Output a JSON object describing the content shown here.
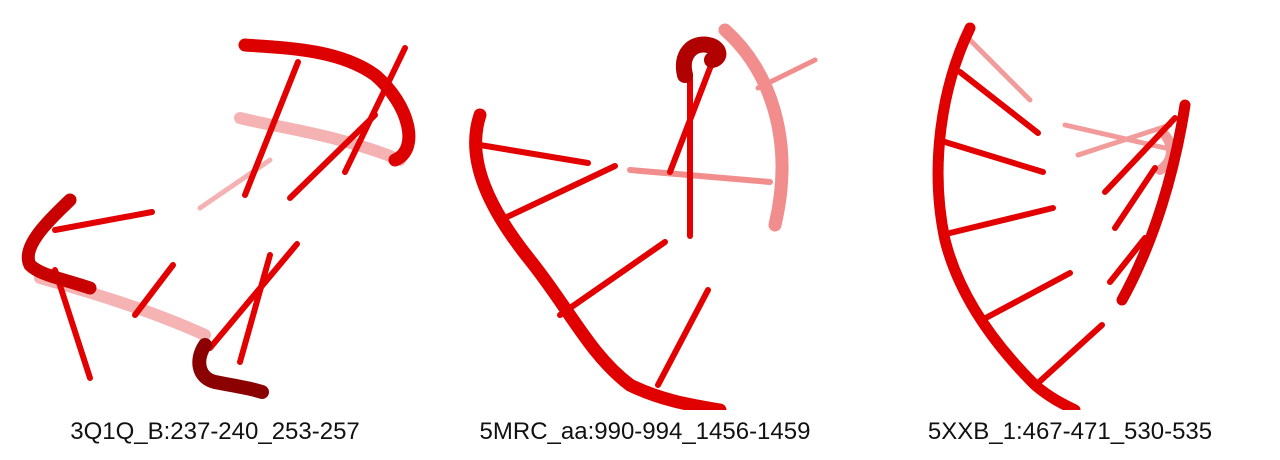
{
  "colors": {
    "background": "#ffffff",
    "backbone": "#e60000",
    "backbone_dark": "#8b0000",
    "faded": "#f08a8a",
    "caption_text": "#111111"
  },
  "panels": [
    {
      "label": "3Q1Q_B:237-240_253-257"
    },
    {
      "label": "5MRC_aa:990-994_1456-1459"
    },
    {
      "label": "5XXB_1:467-471_530-535"
    }
  ]
}
